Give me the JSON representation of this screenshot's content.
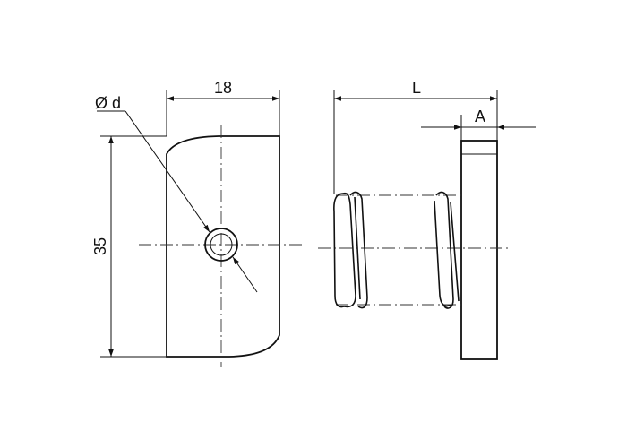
{
  "dimensions": {
    "width_value": "18",
    "height_value": "35",
    "diameter_label": "Ø d",
    "length_label": "L",
    "thickness_label": "A"
  },
  "colors": {
    "line": "#111111",
    "background": "#ffffff"
  }
}
